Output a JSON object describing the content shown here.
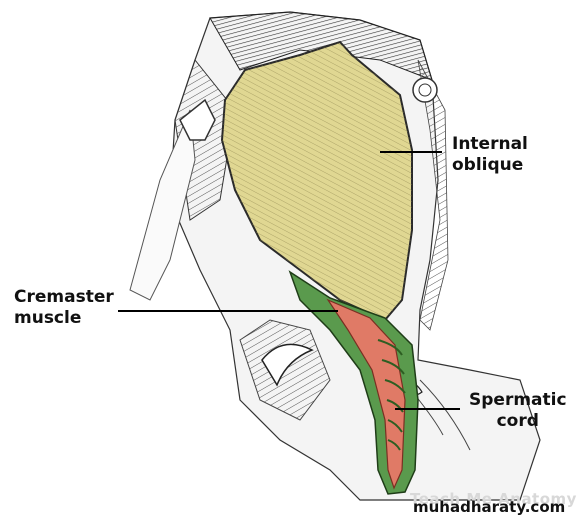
{
  "labels": {
    "internal_oblique": [
      "Internal",
      "oblique"
    ],
    "cremaster_muscle": [
      "Cremaster",
      "muscle"
    ],
    "spermatic_cord": [
      "Spermatic",
      "cord"
    ]
  },
  "watermark": "Teach Me Anatomy",
  "site": "muhadharaty.com",
  "colors": {
    "internal_oblique": "#e0d792",
    "cremaster": "#5a9a4d",
    "spermatic_red": "#e07a66",
    "outline": "#2a2a2a"
  }
}
